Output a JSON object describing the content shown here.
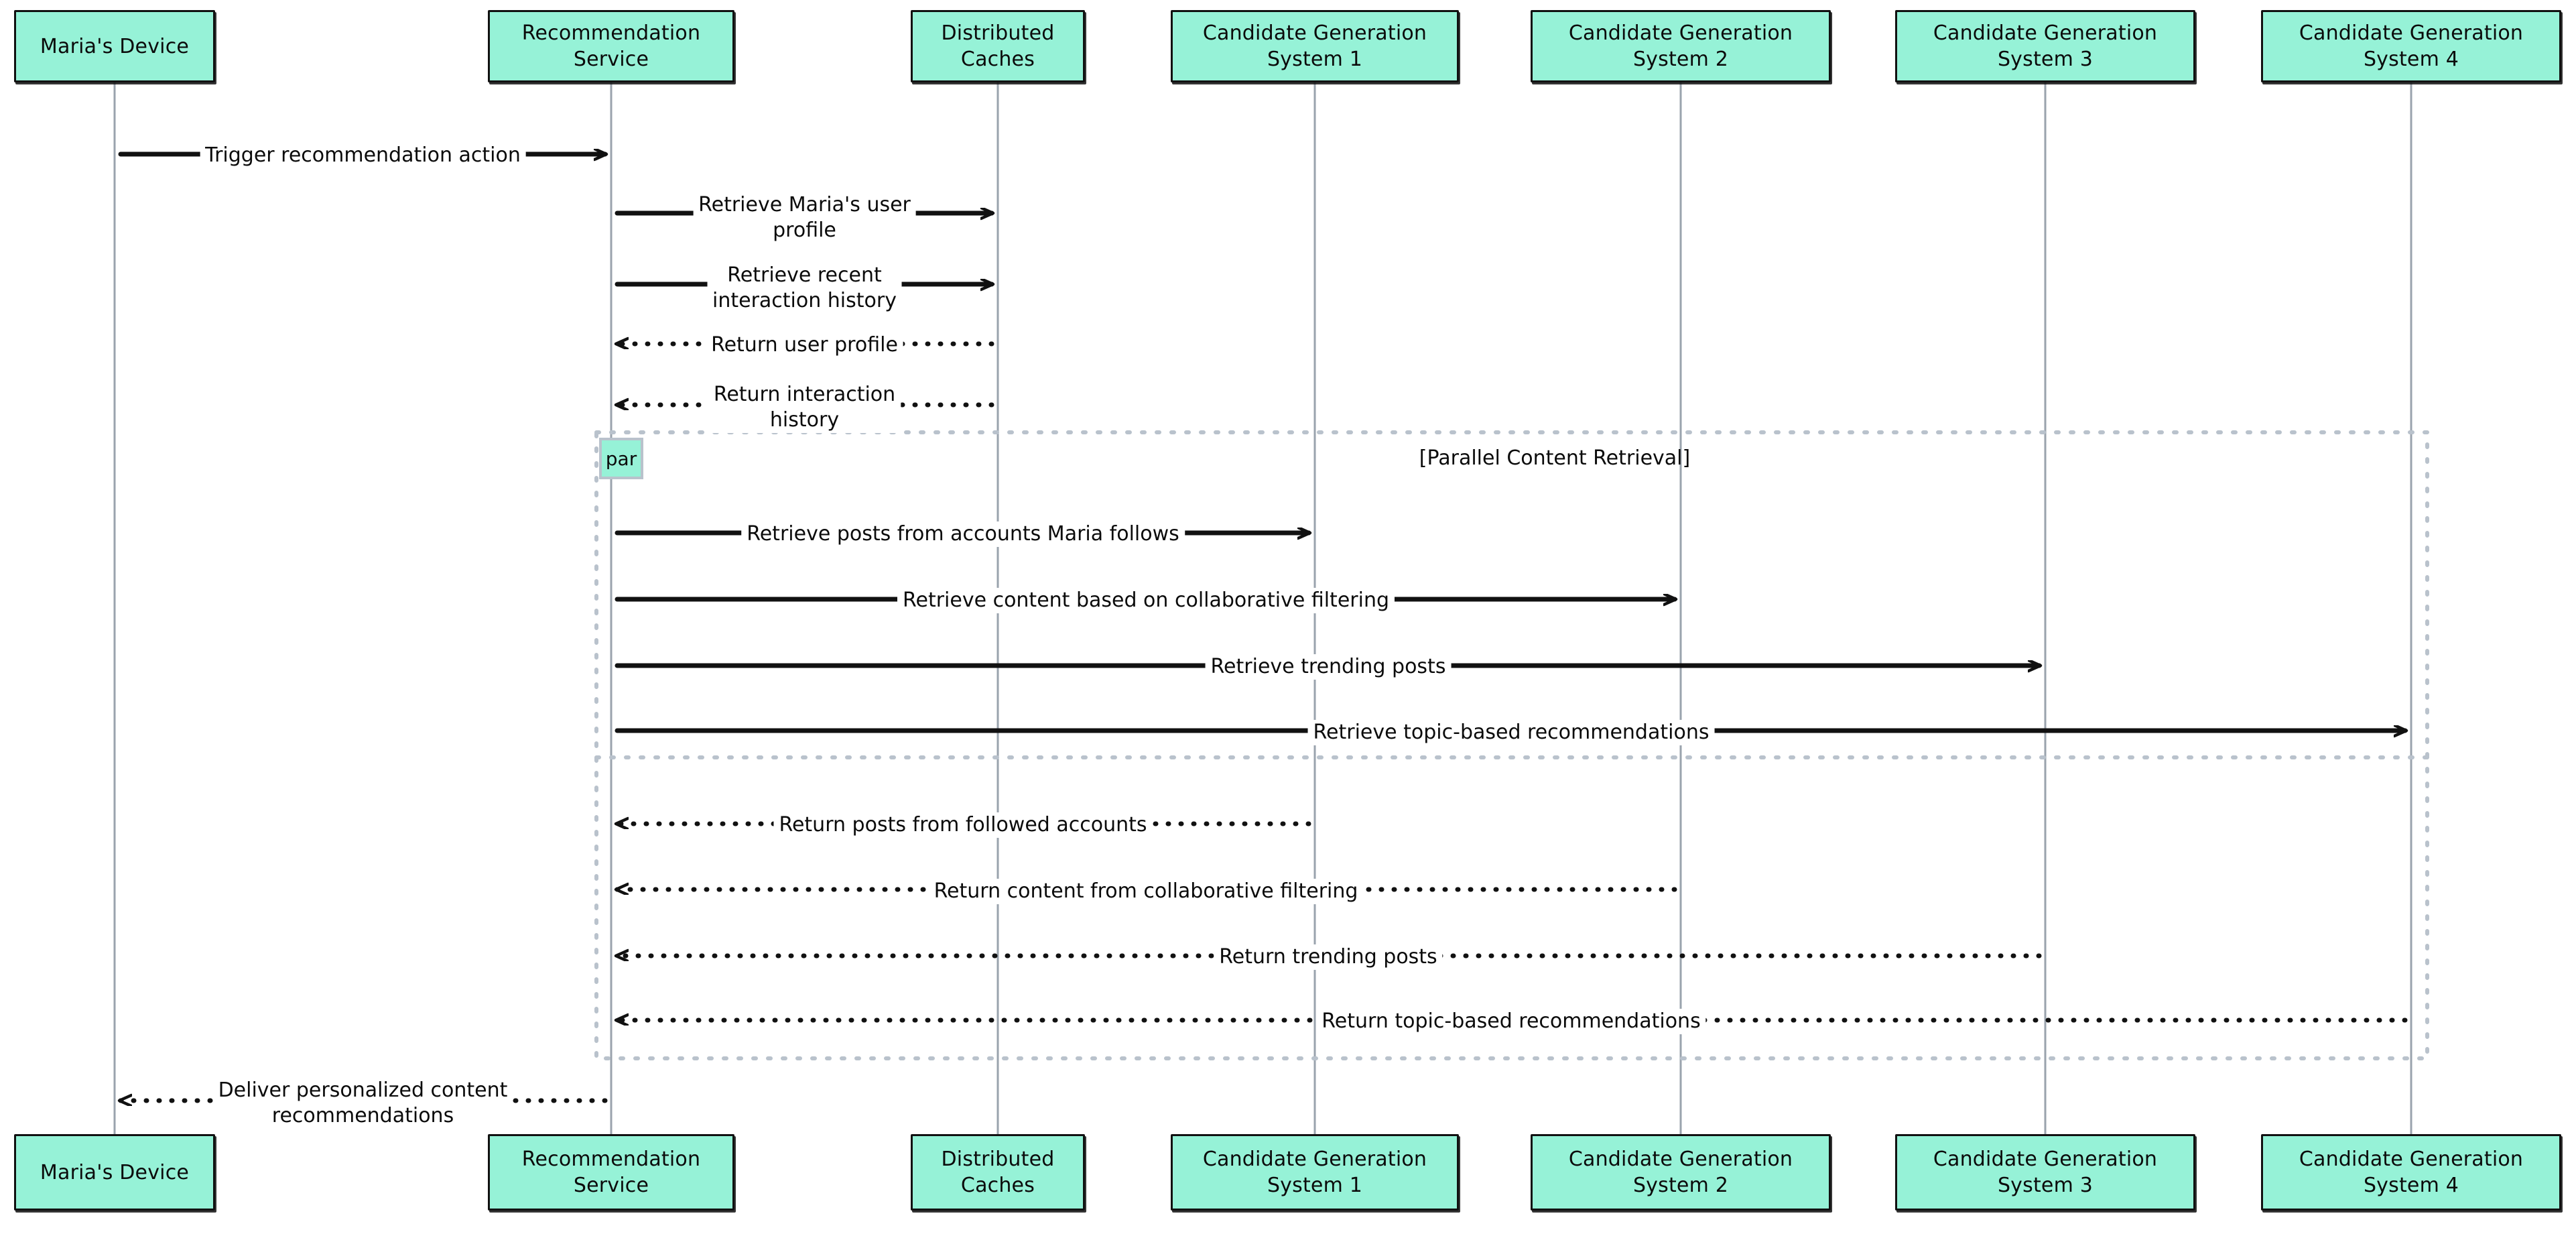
{
  "diagram": {
    "type": "sequence-diagram",
    "background_color": "#ffffff",
    "actor_fill_color": "#96f2d7",
    "actor_border_color": "#111111",
    "lifeline_color": "#9aa3ad",
    "message_color": "#111111",
    "fragment_border_color": "#b9c2cc"
  },
  "participants": [
    {
      "id": "device",
      "label": "Maria's Device",
      "label_top": "Maria's Device",
      "label_bottom": ""
    },
    {
      "id": "recsvc",
      "label": "Recommendation\nService",
      "label_top": "Recommendation",
      "label_bottom": "Service"
    },
    {
      "id": "caches",
      "label": "Distributed\nCaches",
      "label_top": "Distributed",
      "label_bottom": "Caches"
    },
    {
      "id": "cgs1",
      "label": "Candidate Generation\nSystem 1",
      "label_top": "Candidate Generation",
      "label_bottom": "System 1"
    },
    {
      "id": "cgs2",
      "label": "Candidate Generation\nSystem 2",
      "label_top": "Candidate Generation",
      "label_bottom": "System 2"
    },
    {
      "id": "cgs3",
      "label": "Candidate Generation\nSystem 3",
      "label_top": "Candidate Generation",
      "label_bottom": "System 3"
    },
    {
      "id": "cgs4",
      "label": "Candidate Generation\nSystem 4",
      "label_top": "Candidate Generation",
      "label_bottom": "System 4"
    }
  ],
  "fragment": {
    "kind": "par",
    "kind_label": "par",
    "title": "[Parallel Content Retrieval]"
  },
  "messages": [
    {
      "id": "m1",
      "from": "device",
      "to": "recsvc",
      "label": "Trigger recommendation action",
      "style": "solid",
      "direction": "right"
    },
    {
      "id": "m2",
      "from": "recsvc",
      "to": "caches",
      "label": "Retrieve Maria's user\nprofile",
      "style": "solid",
      "direction": "right"
    },
    {
      "id": "m3",
      "from": "recsvc",
      "to": "caches",
      "label": "Retrieve recent\ninteraction history",
      "style": "solid",
      "direction": "right"
    },
    {
      "id": "m4",
      "from": "caches",
      "to": "recsvc",
      "label": "Return user profile",
      "style": "dotted",
      "direction": "left"
    },
    {
      "id": "m5",
      "from": "caches",
      "to": "recsvc",
      "label": "Return interaction\nhistory",
      "style": "dotted",
      "direction": "left"
    },
    {
      "id": "m6",
      "from": "recsvc",
      "to": "cgs1",
      "label": "Retrieve posts from accounts Maria follows",
      "style": "solid",
      "direction": "right",
      "in_fragment": true
    },
    {
      "id": "m7",
      "from": "recsvc",
      "to": "cgs2",
      "label": "Retrieve content based on collaborative filtering",
      "style": "solid",
      "direction": "right",
      "in_fragment": true
    },
    {
      "id": "m8",
      "from": "recsvc",
      "to": "cgs3",
      "label": "Retrieve trending posts",
      "style": "solid",
      "direction": "right",
      "in_fragment": true
    },
    {
      "id": "m9",
      "from": "recsvc",
      "to": "cgs4",
      "label": "Retrieve topic-based recommendations",
      "style": "solid",
      "direction": "right",
      "in_fragment": true
    },
    {
      "id": "m10",
      "from": "cgs1",
      "to": "recsvc",
      "label": "Return posts from followed accounts",
      "style": "dotted",
      "direction": "left",
      "in_fragment": true
    },
    {
      "id": "m11",
      "from": "cgs2",
      "to": "recsvc",
      "label": "Return content from collaborative filtering",
      "style": "dotted",
      "direction": "left",
      "in_fragment": true
    },
    {
      "id": "m12",
      "from": "cgs3",
      "to": "recsvc",
      "label": "Return trending posts",
      "style": "dotted",
      "direction": "left",
      "in_fragment": true
    },
    {
      "id": "m13",
      "from": "cgs4",
      "to": "recsvc",
      "label": "Return topic-based recommendations",
      "style": "dotted",
      "direction": "left",
      "in_fragment": true
    },
    {
      "id": "m14",
      "from": "recsvc",
      "to": "device",
      "label": "Deliver personalized content\nrecommendations",
      "style": "dotted",
      "direction": "left"
    }
  ]
}
